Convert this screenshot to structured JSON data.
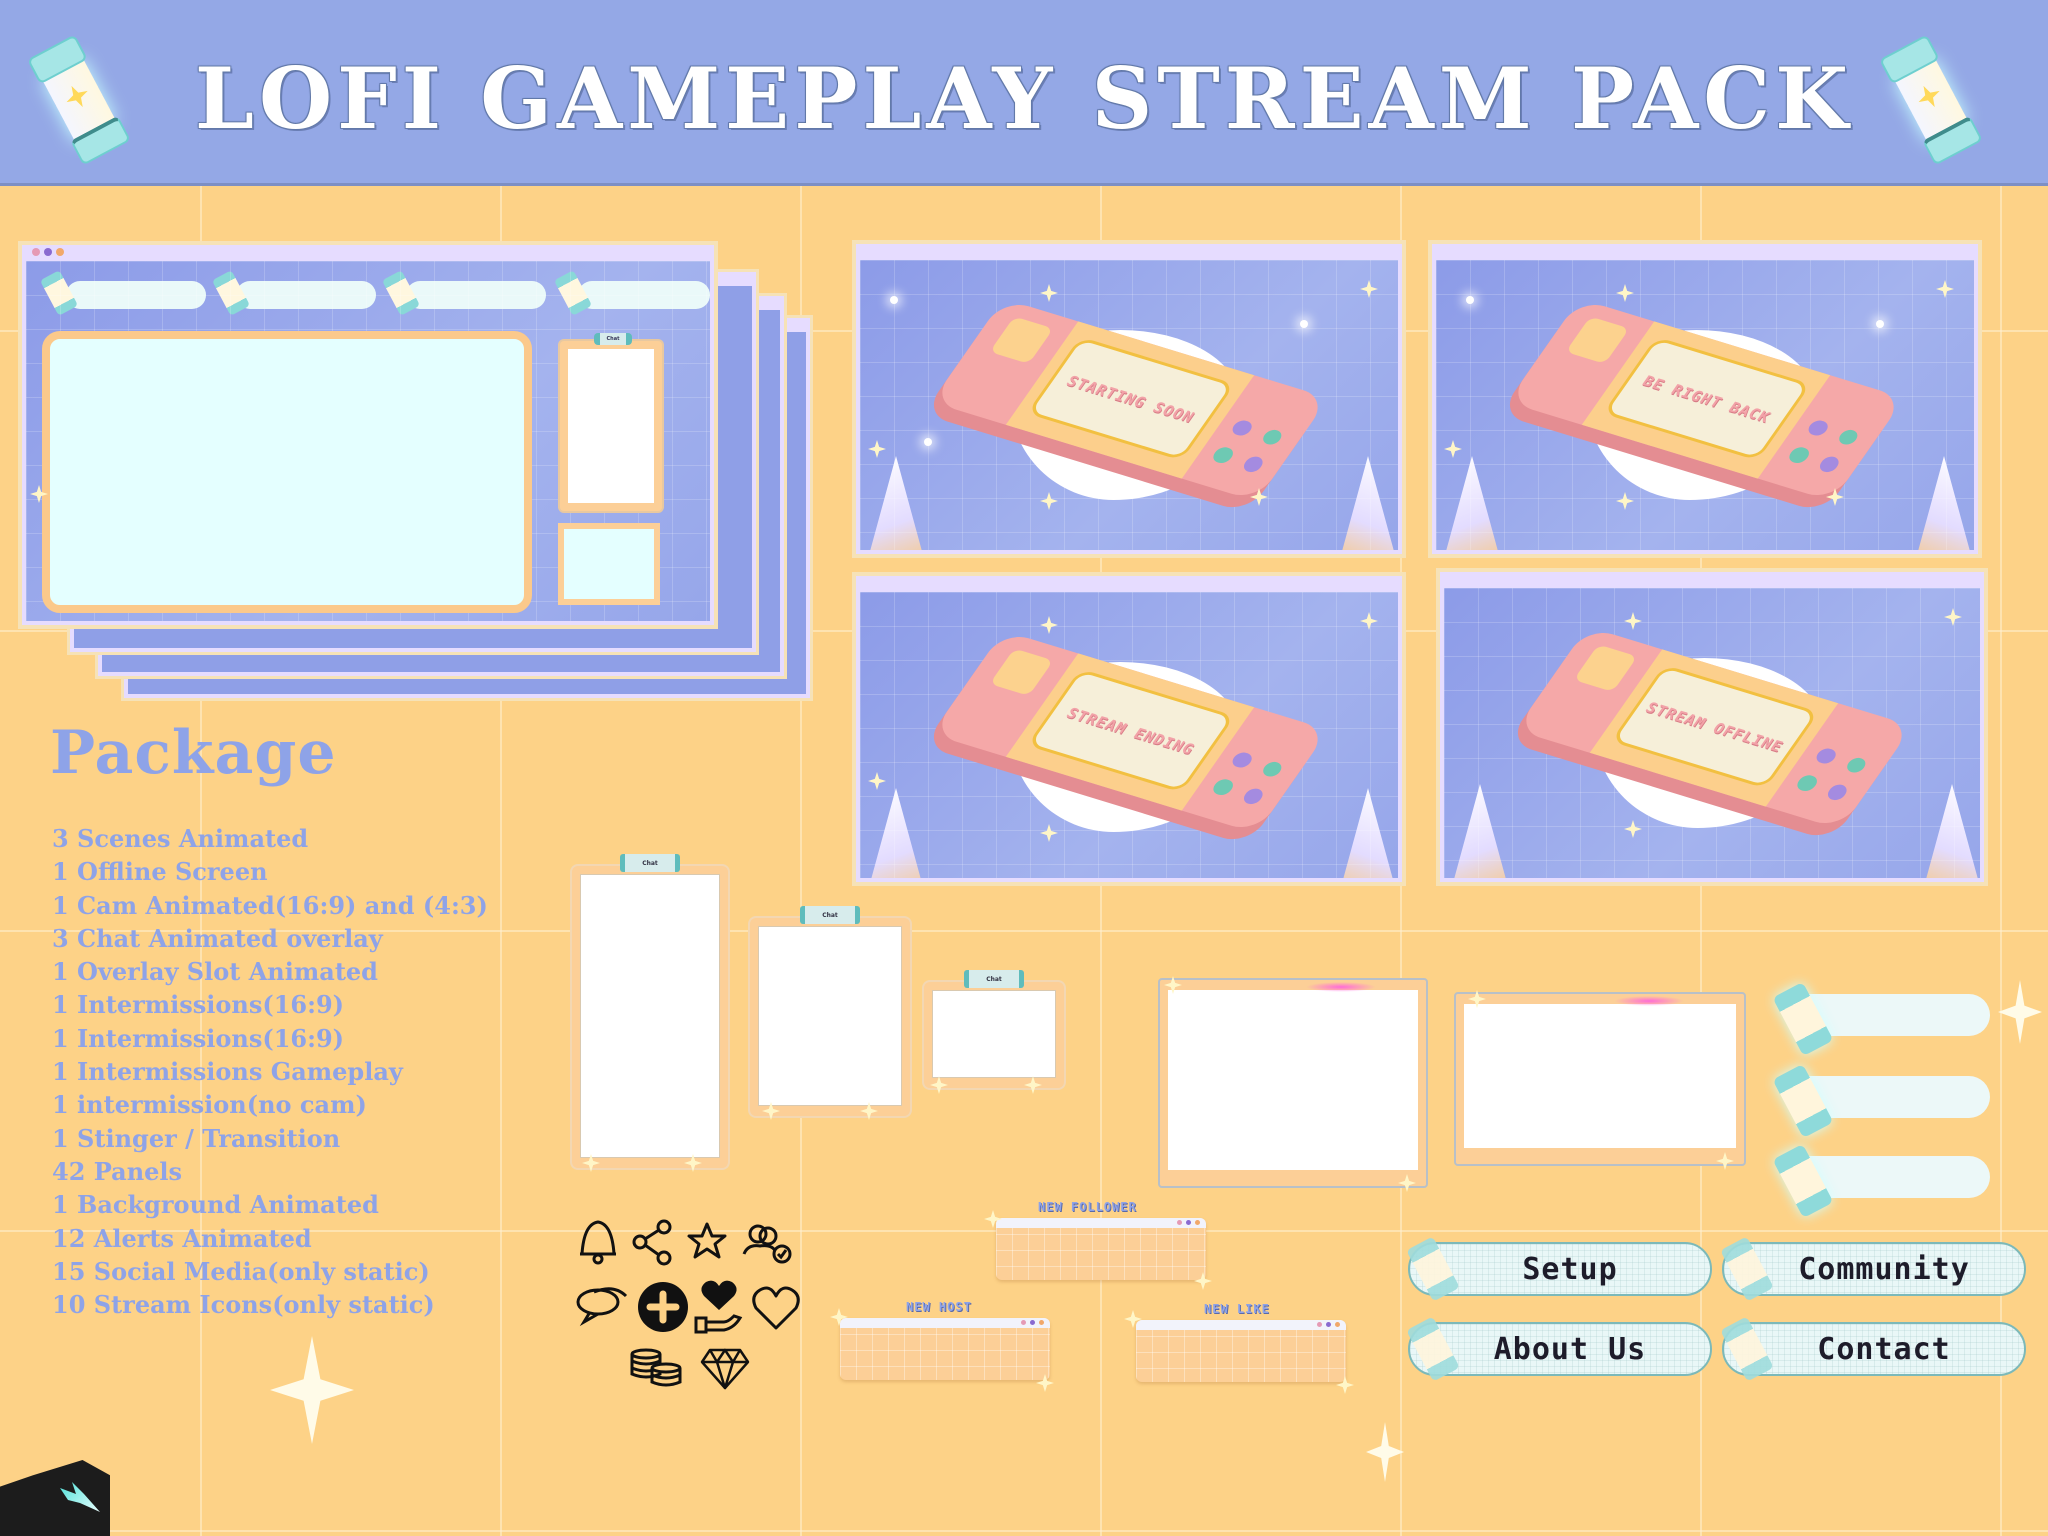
{
  "header": {
    "title": "LOFI GAMEPLAY STREAM PACK",
    "background_color": "#94a8e6",
    "left_icon": "capsule-star-icon",
    "right_icon": "capsule-star-icon"
  },
  "overlay_preview": {
    "chat_tab_label": "Chat",
    "window_dots": [
      "#e59ab5",
      "#8a6ad0",
      "#f1a86a"
    ]
  },
  "scenes": [
    {
      "id": "starting",
      "screen_text": "STARTING SOON"
    },
    {
      "id": "brb",
      "screen_text": "BE RIGHT BACK"
    },
    {
      "id": "ending",
      "screen_text": "STREAM ENDING"
    },
    {
      "id": "offline",
      "screen_text": "STREAM OFFLINE"
    }
  ],
  "package": {
    "title": "Package",
    "items": [
      "3 Scenes Animated",
      "1 Offline Screen",
      "1 Cam Animated(16:9) and (4:3)",
      "3 Chat Animated overlay",
      "1 Overlay Slot Animated",
      "1 Intermissions(16:9)",
      "1 Intermissions(16:9)",
      "1 Intermissions Gameplay",
      "1 intermission(no cam)",
      "1 Stinger / Transition",
      "42 Panels",
      "1 Background Animated",
      "12 Alerts Animated",
      "15 Social Media(only static)",
      "10 Stream Icons(only static)"
    ],
    "text_color": "#8ea3e8"
  },
  "chat_overlays": [
    {
      "tab_label": "Chat"
    },
    {
      "tab_label": "Chat"
    },
    {
      "tab_label": "Chat"
    }
  ],
  "alerts": [
    {
      "label": "NEW FOLLOWER"
    },
    {
      "label": "NEW HOST"
    },
    {
      "label": "NEW LIKE"
    }
  ],
  "stream_icons": [
    "bell-icon",
    "share-icon",
    "star-icon",
    "users-check-icon",
    "chat-bubbles-icon",
    "plus-circle-icon",
    "heart-hand-icon",
    "heart-icon",
    "coins-icon",
    "diamond-icon"
  ],
  "panels": [
    {
      "label": "Setup"
    },
    {
      "label": "Community"
    },
    {
      "label": "About Us"
    },
    {
      "label": "Contact"
    }
  ],
  "colors": {
    "background": "#fdd287",
    "accent_blue": "#94a8e6",
    "teal": "#8edada",
    "peach": "#fccf97"
  }
}
